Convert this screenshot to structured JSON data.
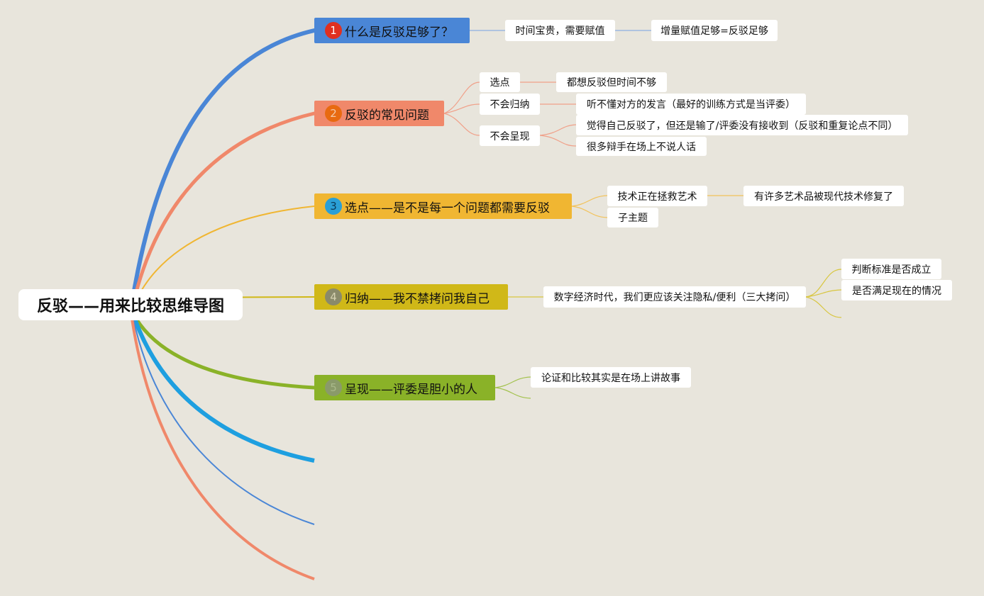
{
  "root": {
    "label": "反驳——用来比较思维导图"
  },
  "topics": [
    {
      "badge": "1",
      "badge_bg": "#e03020",
      "badge_fg": "#ffffff",
      "color": "#4a86d6",
      "label": "什么是反驳足够了？",
      "children": [
        {
          "label": "时间宝贵，需要赋值",
          "children": [
            {
              "label": "增量赋值足够=反驳足够"
            }
          ]
        }
      ]
    },
    {
      "badge": "2",
      "badge_bg": "#e86a10",
      "badge_fg": "#f5c9a8",
      "color": "#f0886a",
      "label": "反驳的常见问题",
      "children": [
        {
          "label": "选点",
          "children": [
            {
              "label": "都想反驳但时间不够"
            }
          ]
        },
        {
          "label": "不会归纳",
          "children": [
            {
              "label": "听不懂对方的发言（最好的训练方式是当评委）"
            }
          ]
        },
        {
          "label": "不会呈现",
          "children": [
            {
              "label": "觉得自己反驳了，但还是输了/评委没有接收到（反驳和重复论点不同）"
            },
            {
              "label": "很多辩手在场上不说人话"
            }
          ]
        }
      ]
    },
    {
      "badge": "3",
      "badge_bg": "#2a9fd6",
      "badge_fg": "#0b3a58",
      "color": "#f0b632",
      "label": "选点——是不是每一个问题都需要反驳",
      "children": [
        {
          "label": "技术正在拯救艺术",
          "children": [
            {
              "label": "有许多艺术品被现代技术修复了"
            }
          ]
        },
        {
          "label": "子主题"
        }
      ]
    },
    {
      "badge": "4",
      "badge_bg": "#8a8a6a",
      "badge_fg": "#d6d2b2",
      "color": "#d0b818",
      "label": "归纳——我不禁拷问我自己",
      "children": [
        {
          "label": "数字经济时代，我们更应该关注隐私/便利（三大拷问）",
          "children": [
            {
              "label": "判断标准是否成立"
            },
            {
              "label": "是否满足现在的情况"
            }
          ]
        }
      ]
    },
    {
      "badge": "5",
      "badge_bg": "#8a9a6a",
      "badge_fg": "#a9b88a",
      "color": "#8ab228",
      "label": "呈现——评委是胆小的人",
      "children": [
        {
          "label": "论证和比较其实是在场上讲故事"
        }
      ]
    }
  ],
  "colors": {
    "background": "#e8e5dc",
    "extra_branch_blue": "#1e9fe0",
    "extra_branch_thin_blue": "#4a86d6",
    "extra_branch_salmon": "#f0886a"
  }
}
